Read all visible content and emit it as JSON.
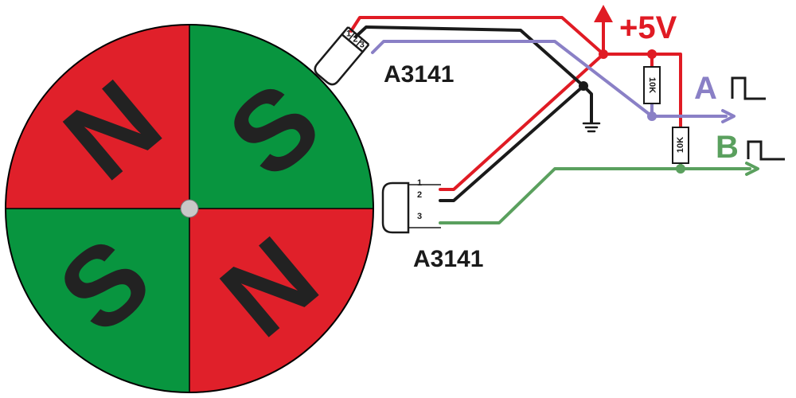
{
  "magnet": {
    "poles": [
      {
        "label": "N",
        "color": "#e0202a"
      },
      {
        "label": "S",
        "color": "#08953f"
      },
      {
        "label": "S",
        "color": "#08953f"
      },
      {
        "label": "N",
        "color": "#e0202a"
      }
    ],
    "letter_color": "#222222",
    "hub_color": "#c8c8c8"
  },
  "sensors": {
    "top": {
      "part": "A3141",
      "pins": [
        "1",
        "2",
        "3"
      ]
    },
    "bottom": {
      "part": "A3141",
      "pins": [
        "1",
        "2",
        "3"
      ]
    }
  },
  "power": {
    "label": "+5V",
    "color": "#e01b24"
  },
  "resistors": [
    {
      "label": "10K"
    },
    {
      "label": "10K"
    }
  ],
  "outputs": {
    "a": {
      "label": "A",
      "color": "#8a80c6"
    },
    "b": {
      "label": "B",
      "color": "#5aa05e"
    }
  },
  "wire_colors": {
    "vcc": "#e01b24",
    "gnd": "#1a1a1a",
    "a": "#8a80c6",
    "b": "#5aa05e"
  }
}
